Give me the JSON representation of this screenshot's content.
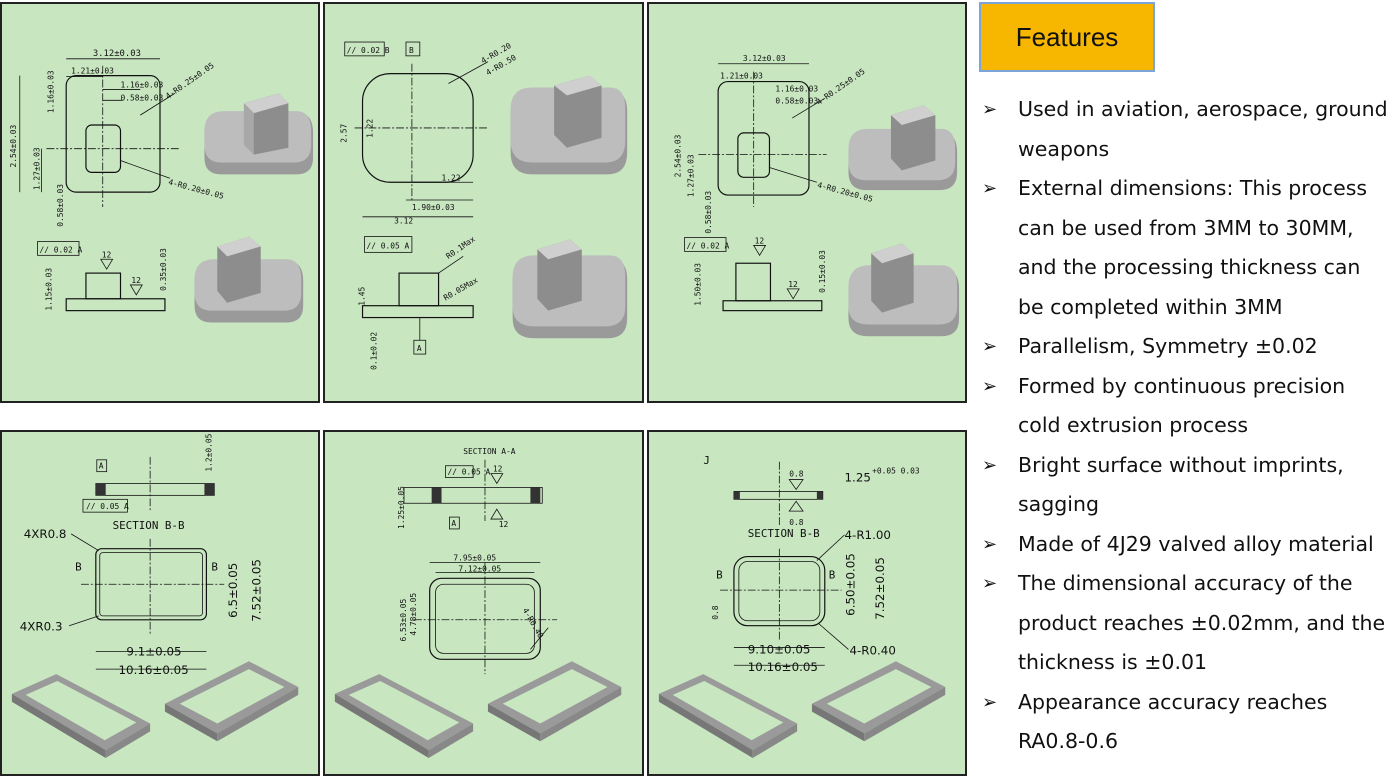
{
  "features": {
    "title": "Features",
    "items": [
      "Used in aviation, aerospace, ground weapons",
      "External dimensions: This process can be used from 3MM to 30MM, and the processing thickness can be completed within 3MM",
      "Parallelism, Symmetry ±0.02",
      "Formed by continuous precision cold extrusion process",
      "Bright surface without imprints, sagging",
      "Made of 4J29 valved alloy material",
      "The dimensional accuracy of the product reaches ±0.02mm, and the thickness is ±0.01",
      "Appearance accuracy reaches RA0.8-0.6"
    ],
    "bullet_glyph": "➢"
  },
  "drawings": {
    "p1": {
      "w": "3.12±0.03",
      "a": "1.21±0.03",
      "b": "1.16±0.03",
      "c": "0.58±0.03",
      "r1": "4-R0.25±0.05",
      "r2": "4-R0.20±0.05",
      "h": "2.54±0.03",
      "h2": "1.27±0.03",
      "h3": "1.16±0.03",
      "h4": "0.58±0.03",
      "par": "// 0.02 A",
      "f1": "12",
      "f2": "12",
      "t1": "1.15±0.03",
      "t2": "0.35±0.03"
    },
    "p2": {
      "par": "// 0.02 B",
      "tag": "B",
      "r1": "4-R0.20",
      "r2": "4-R0.50",
      "h1": "2.57",
      "h2": "1.22",
      "w1": "1.22",
      "w2": "1.90±0.03",
      "w3": "3.12",
      "par2": "// 0.05 A",
      "rmax": "R0.1Max",
      "rmax2": "R0.05Max",
      "lt": "1.45",
      "lt2": "0.1±0.02",
      "datum": "A"
    },
    "p3": {
      "w": "3.12±0.03",
      "a": "1.21±0.03",
      "b": "1.16±0.03",
      "c": "0.58±0.03",
      "r1": "4-R0.25±0.05",
      "r2": "4-R0.20±0.05",
      "h": "2.54±0.03",
      "h2": "1.27±0.03",
      "h3": "0.58±0.03",
      "par": "// 0.02 A",
      "f1": "12",
      "f2": "12",
      "t1": "1.50±0.03",
      "t2": "0.15±0.03"
    },
    "p4": {
      "section": "SECTION B-B",
      "c1": "4XR0.8",
      "c2": "4XR0.3",
      "w1": "9.1±0.05",
      "w2": "10.16±0.05",
      "h1": "6.5±0.05",
      "h2": "7.52±0.05",
      "t": "1.2±0.05",
      "b": "B",
      "a": "A",
      "par": "// 0.05 A"
    },
    "p5": {
      "section": "SECTION A-A",
      "w1": "7.95±0.05",
      "w2": "7.12±0.05",
      "h1": "6.53±0.05",
      "h2": "4.78±0.05",
      "f": "12",
      "par": "// 0.05 A",
      "r": "4-R0.40",
      "t": "1.25±0.05",
      "a": "A"
    },
    "p6": {
      "section": "SECTION B-B",
      "f": "0.8",
      "t": "1.25",
      "tol": "+0.05 0.03",
      "r1": "4-R1.00",
      "r2": "4-R0.40",
      "w1": "9.10±0.05",
      "w2": "10.16±0.05",
      "h1": "6.50±0.05",
      "h2": "7.52±0.05",
      "b": "B",
      "flt": "0.8",
      "mark": "J"
    }
  }
}
